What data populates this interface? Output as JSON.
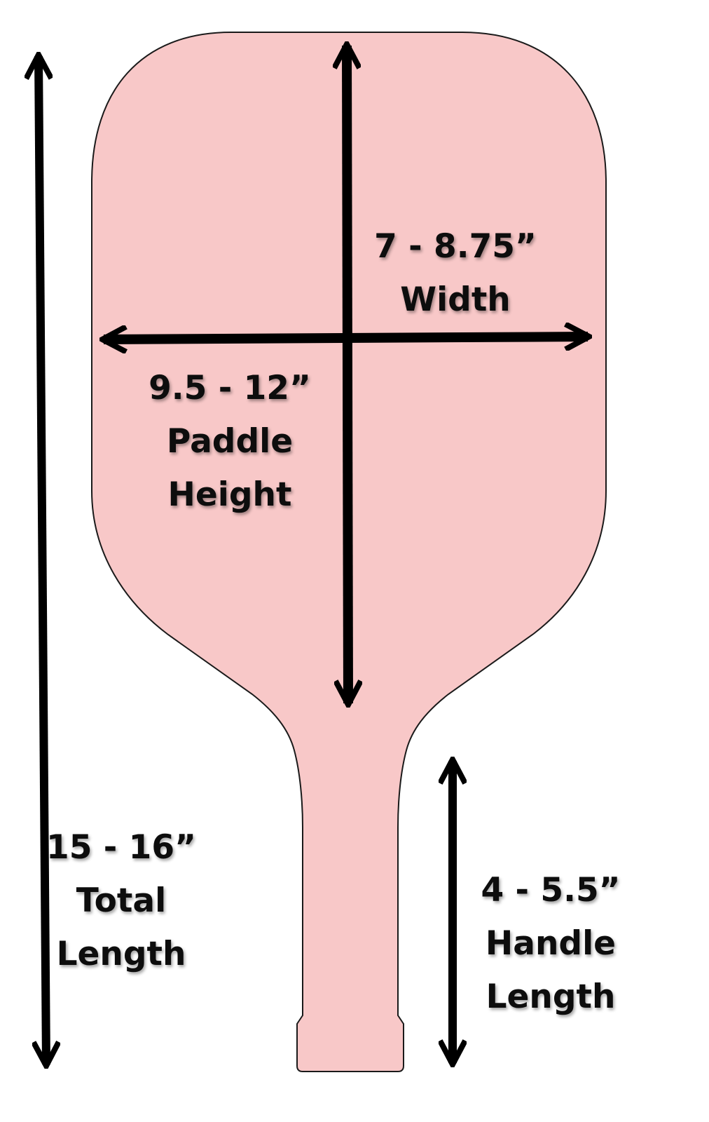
{
  "colors": {
    "paddle_fill": "#f8c8c8",
    "paddle_stroke": "#1a1a1a",
    "arrow": "#000000",
    "label_text": "#0d0d0d",
    "background": "#ffffff"
  },
  "labels": {
    "width": {
      "value": "7 - 8.75”",
      "name": "Width"
    },
    "paddle_height": {
      "value": "9.5 - 12”",
      "line1": "Paddle",
      "line2": "Height"
    },
    "total_length": {
      "value": "15 - 16”",
      "line1": "Total",
      "line2": "Length"
    },
    "handle_length": {
      "value": "4 - 5.5”",
      "line1": "Handle",
      "line2": "Length"
    }
  }
}
